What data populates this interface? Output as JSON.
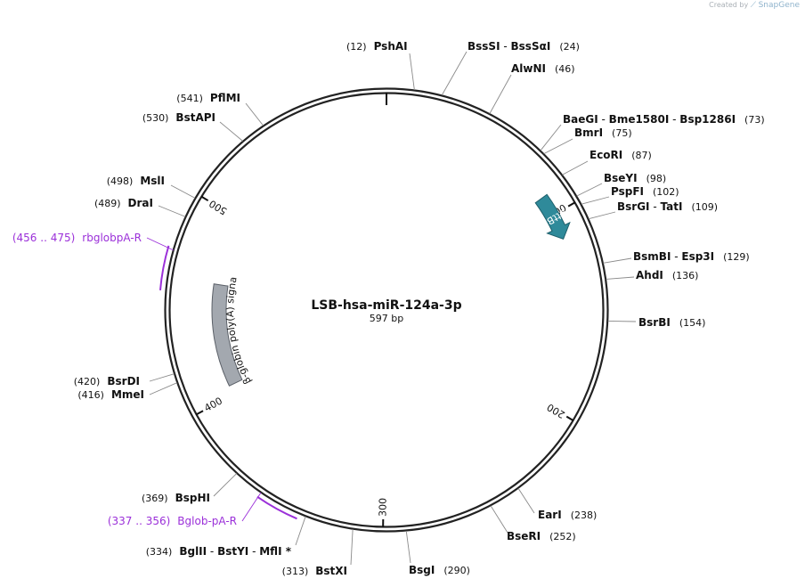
{
  "brand": {
    "created_by": "Created by",
    "app": "SnapGene"
  },
  "plasmid": {
    "name": "LSB-hsa-miR-124a-3p",
    "length_label": "597 bp",
    "length": 597
  },
  "tick_labels": [
    {
      "bp": 100,
      "text": "100"
    },
    {
      "bp": 200,
      "text": "200"
    },
    {
      "bp": 300,
      "text": "300"
    },
    {
      "bp": 400,
      "text": "400"
    },
    {
      "bp": 500,
      "text": "500"
    }
  ],
  "sites": [
    {
      "id": "pshai",
      "parts": [
        "PshAI"
      ],
      "pos": "(12)",
      "bp": 12
    },
    {
      "id": "bsssi",
      "parts": [
        "BssSI",
        "BssSαI"
      ],
      "pos": "(24)",
      "bp": 24
    },
    {
      "id": "alwni",
      "parts": [
        "AlwNI"
      ],
      "pos": "(46)",
      "bp": 46
    },
    {
      "id": "baegi",
      "parts": [
        "BaeGI",
        "Bme1580I",
        "Bsp1286I"
      ],
      "pos": "(73)",
      "bp": 73
    },
    {
      "id": "bmri",
      "parts": [
        "BmrI"
      ],
      "pos": "(75)",
      "bp": 75
    },
    {
      "id": "ecori",
      "parts": [
        "EcoRI"
      ],
      "pos": "(87)",
      "bp": 87
    },
    {
      "id": "bseyi",
      "parts": [
        "BseYI"
      ],
      "pos": "(98)",
      "bp": 98
    },
    {
      "id": "pspfi",
      "parts": [
        "PspFI"
      ],
      "pos": "(102)",
      "bp": 102
    },
    {
      "id": "bsrgi",
      "parts": [
        "BsrGI",
        "TatI"
      ],
      "pos": "(109)",
      "bp": 109
    },
    {
      "id": "bsmbi",
      "parts": [
        "BsmBI",
        "Esp3I"
      ],
      "pos": "(129)",
      "bp": 129
    },
    {
      "id": "ahdi",
      "parts": [
        "AhdI"
      ],
      "pos": "(136)",
      "bp": 136
    },
    {
      "id": "bsrbi",
      "parts": [
        "BsrBI"
      ],
      "pos": "(154)",
      "bp": 154
    },
    {
      "id": "eari",
      "parts": [
        "EarI"
      ],
      "pos": "(238)",
      "bp": 238
    },
    {
      "id": "bseri",
      "parts": [
        "BseRI"
      ],
      "pos": "(252)",
      "bp": 252
    },
    {
      "id": "bsgi",
      "parts": [
        "BsgI"
      ],
      "pos": "(290)",
      "bp": 290
    },
    {
      "id": "bstxi",
      "parts": [
        "BstXI"
      ],
      "pos": "(313)",
      "bp": 313
    },
    {
      "id": "bglii",
      "parts": [
        "BglII",
        "BstYI",
        "MflI *"
      ],
      "pos": "(334)",
      "bp": 334
    },
    {
      "id": "bsphi",
      "parts": [
        "BspHI"
      ],
      "pos": "(369)",
      "bp": 369
    },
    {
      "id": "mmei",
      "parts": [
        "MmeI"
      ],
      "pos": "(416)",
      "bp": 416
    },
    {
      "id": "bsrdi",
      "parts": [
        "BsrDI"
      ],
      "pos": "(420)",
      "bp": 420
    },
    {
      "id": "drai",
      "parts": [
        "DraI"
      ],
      "pos": "(489)",
      "bp": 489
    },
    {
      "id": "msli",
      "parts": [
        "MslI"
      ],
      "pos": "(498)",
      "bp": 498
    },
    {
      "id": "bstapi",
      "parts": [
        "BstAPI"
      ],
      "pos": "(530)",
      "bp": 530
    },
    {
      "id": "pflmi",
      "parts": [
        "PflMI"
      ],
      "pos": "(541)",
      "bp": 541
    }
  ],
  "primers": [
    {
      "id": "rbglobpa-r",
      "name": "rbglobpA-R",
      "range": "(456 .. 475)",
      "start": 456,
      "end": 475
    },
    {
      "id": "bglob-pa-r",
      "name": "Bglob-pA-R",
      "range": "(337 .. 356)",
      "start": 337,
      "end": 356
    }
  ],
  "features": [
    {
      "id": "attb2",
      "name": "attB2",
      "start": 90,
      "end": 113,
      "direction": "forward",
      "color": "#2f8a9a"
    },
    {
      "id": "polya",
      "name": "β-globin poly(A) signal",
      "start": 405,
      "end": 462,
      "direction": "reverse",
      "color": "#a3a8af"
    }
  ],
  "colors": {
    "backbone": "#222222",
    "primer": "#9b30d9",
    "leader": "#8a8a8a"
  }
}
